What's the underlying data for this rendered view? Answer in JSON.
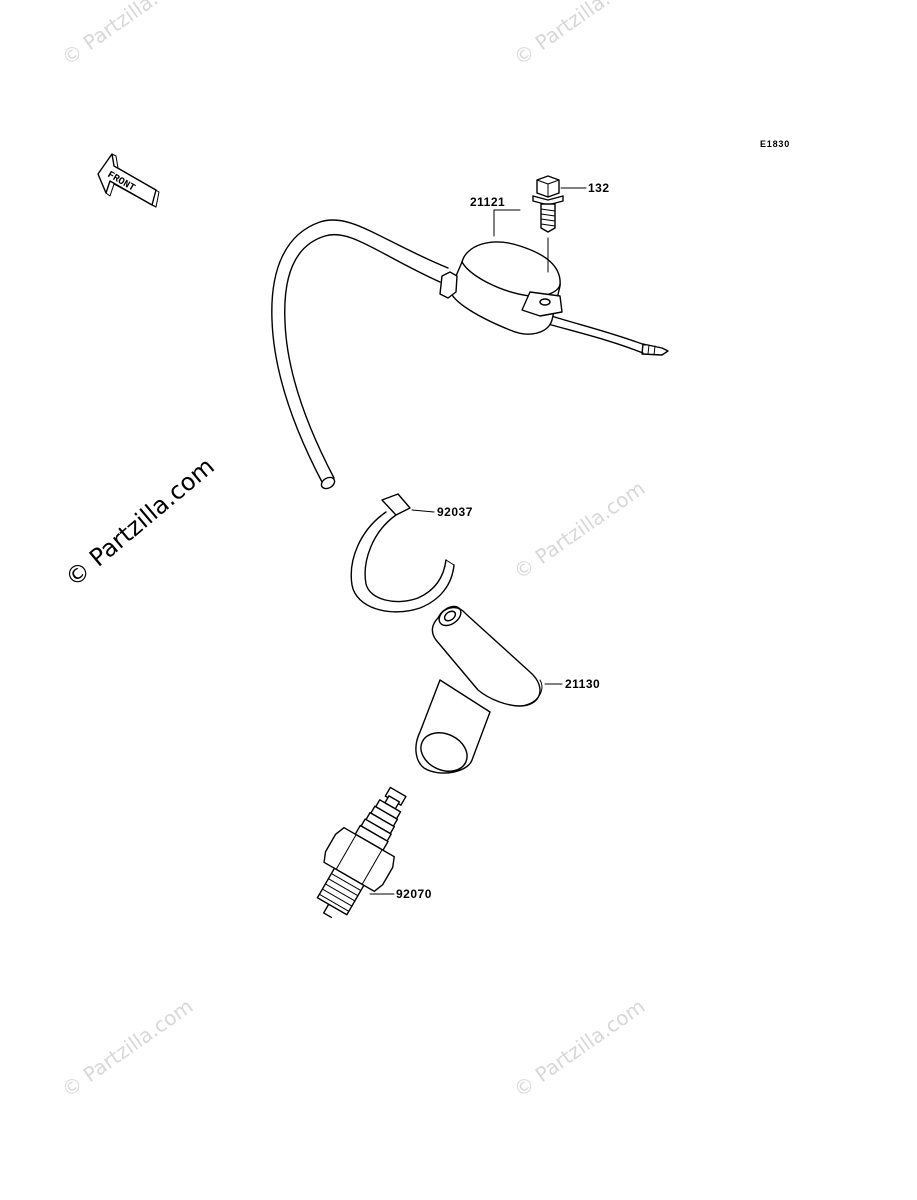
{
  "diagram_code": "E1830",
  "front_arrow": {
    "label": "FRONT"
  },
  "watermark_main": "© Partzilla.com",
  "watermark_faint": "© Partzilla.com",
  "parts": [
    {
      "number": "132"
    },
    {
      "number": "21121"
    },
    {
      "number": "92037"
    },
    {
      "number": "21130"
    },
    {
      "number": "92070"
    }
  ]
}
